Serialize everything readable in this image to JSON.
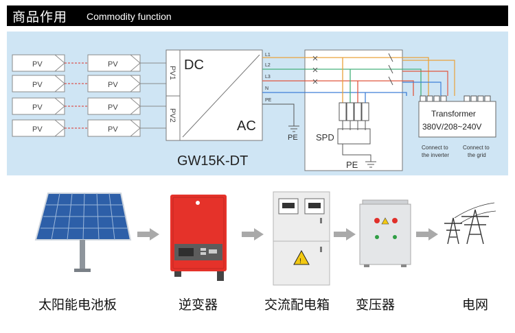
{
  "header": {
    "title_cn": "商品作用",
    "title_en": "Commodity function"
  },
  "diagram": {
    "pv_label": "PV",
    "inverter": {
      "dc": "DC",
      "ac": "AC",
      "pv1": "PV1",
      "pv2": "PV2",
      "model": "GW15K-DT",
      "outputs": [
        "L1",
        "L2",
        "L3",
        "N",
        "PE"
      ],
      "pe_ground": "PE"
    },
    "distribution": {
      "spd": "SPD",
      "pe": "PE"
    },
    "transformer": {
      "label": "Transformer",
      "voltage": "380V/208~240V",
      "connect_inverter_1": "Connect to",
      "connect_inverter_2": "the inverter",
      "connect_grid_1": "Connect to",
      "connect_grid_2": "the grid"
    },
    "wire_colors": {
      "L1": "#e9a23a",
      "L2": "#43b07a",
      "L3": "#e0563f",
      "N": "#3f7fd6",
      "PE": "#555555"
    }
  },
  "flow": {
    "items": [
      {
        "label": "太阳能电池板"
      },
      {
        "label": "逆变器"
      },
      {
        "label": "交流配电箱"
      },
      {
        "label": "变压器"
      },
      {
        "label": "电网"
      }
    ]
  }
}
